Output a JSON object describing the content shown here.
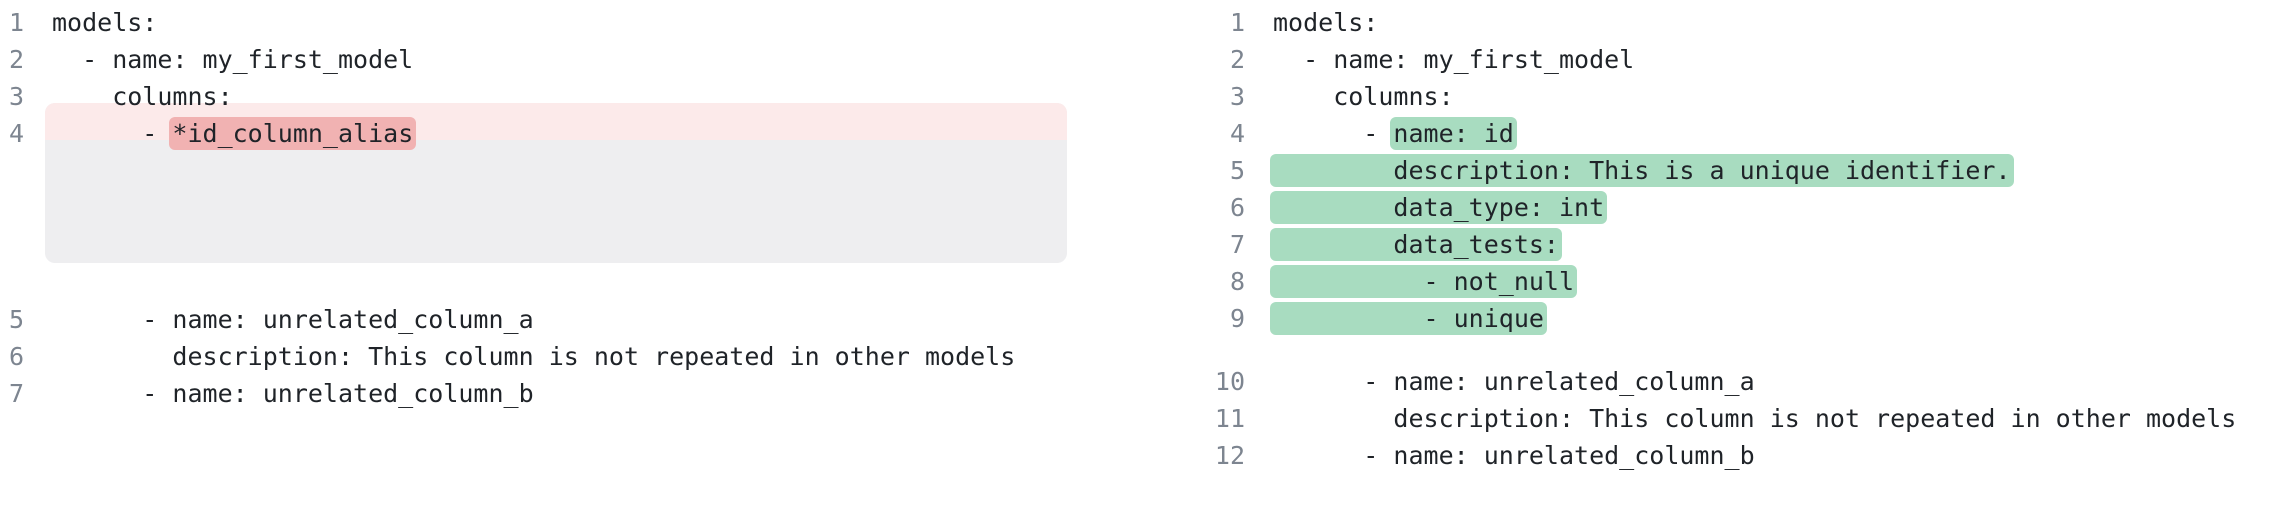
{
  "diff": {
    "view_type": "side-by-side-code-diff",
    "language": "yaml",
    "colors": {
      "removed_block_bg": "#fceaea",
      "removed_word_bg": "#f1b2b2",
      "added_block_bg": "#eaf6ee",
      "added_word_bg": "#a8dcc0",
      "collapsed_filler_bg": "#eeeef0",
      "gutter_text": "#7d8590",
      "code_text": "#1f2328"
    },
    "before": {
      "pane_name": "before",
      "lines": [
        {
          "number": "1",
          "text": "models:",
          "type": "context"
        },
        {
          "number": "2",
          "text": "  - name: my_first_model",
          "type": "context"
        },
        {
          "number": "3",
          "text": "    columns:",
          "type": "context"
        },
        {
          "number": "4",
          "text": "      - ",
          "highlight": "*id_column_alias",
          "type": "removed"
        },
        {
          "number": "5",
          "text": "      - name: unrelated_column_a",
          "type": "context"
        },
        {
          "number": "6",
          "text": "        description: This column is not repeated in other models",
          "type": "context"
        },
        {
          "number": "7",
          "text": "      - name: unrelated_column_b",
          "type": "context"
        }
      ]
    },
    "after": {
      "pane_name": "after",
      "lines": [
        {
          "number": "1",
          "text": "models:",
          "type": "context"
        },
        {
          "number": "2",
          "text": "  - name: my_first_model",
          "type": "context"
        },
        {
          "number": "3",
          "text": "    columns:",
          "type": "context"
        },
        {
          "number": "4",
          "text": "      - ",
          "highlight": "name: id",
          "type": "added"
        },
        {
          "number": "5",
          "text": "",
          "highlight": "        description: This is a unique identifier.",
          "type": "added-full"
        },
        {
          "number": "6",
          "text": "",
          "highlight": "        data_type: int",
          "type": "added-full"
        },
        {
          "number": "7",
          "text": "",
          "highlight": "        data_tests:",
          "type": "added-full"
        },
        {
          "number": "8",
          "text": "",
          "highlight": "          - not_null",
          "type": "added-full"
        },
        {
          "number": "9",
          "text": "",
          "highlight": "          - unique",
          "type": "added-full"
        },
        {
          "number": "10",
          "text": "      - name: unrelated_column_a",
          "type": "context"
        },
        {
          "number": "11",
          "text": "        description: This column is not repeated in other models",
          "type": "context"
        },
        {
          "number": "12",
          "text": "      - name: unrelated_column_b",
          "type": "context"
        }
      ]
    }
  }
}
